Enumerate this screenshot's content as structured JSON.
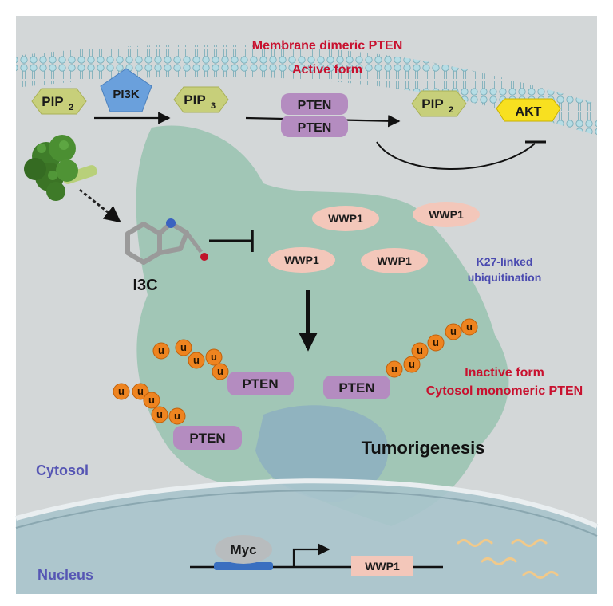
{
  "labels": {
    "membrane_dimeric": "Membrane dimeric PTEN",
    "active_form": "Active form",
    "pip2_a": "PIP",
    "pip2_a_sub": "2",
    "pi3k": "PI3K",
    "pip3": "PIP",
    "pip3_sub": "3",
    "pten_top": "PTEN",
    "pten_bottom": "PTEN",
    "pip2_b": "PIP",
    "pip2_b_sub": "2",
    "akt": "AKT",
    "i3c": "I3C",
    "wwp1_1": "WWP1",
    "wwp1_2": "WWP1",
    "wwp1_3": "WWP1",
    "wwp1_4": "WWP1",
    "k27_line1": "K27-linked",
    "k27_line2": "ubiquitination",
    "pten_mono_1": "PTEN",
    "pten_mono_2": "PTEN",
    "pten_mono_3": "PTEN",
    "inactive_form": "Inactive form",
    "cytosol_monomeric": "Cytosol monomeric PTEN",
    "tumorigenesis": "Tumorigenesis",
    "cytosol": "Cytosol",
    "nucleus": "Nucleus",
    "myc": "Myc",
    "wwp1_gene": "WWP1",
    "ubiquitin": "u"
  },
  "colors": {
    "background": "#d3d7d8",
    "membrane": "#8fc3cf",
    "pip_hex": "#c7cf7a",
    "pi3k": "#6aa0dc",
    "pten": "#b48cc0",
    "akt": "#f8e020",
    "wwp1": "#f3c7ba",
    "ubiquitin": "#ee8420",
    "red_text": "#c8102e",
    "blue_text": "#4a4ab0",
    "nucleus": "#a8c4cc"
  },
  "icons": {
    "broccoli": "broccoli-icon",
    "molecule": "indole-molecule-icon"
  }
}
